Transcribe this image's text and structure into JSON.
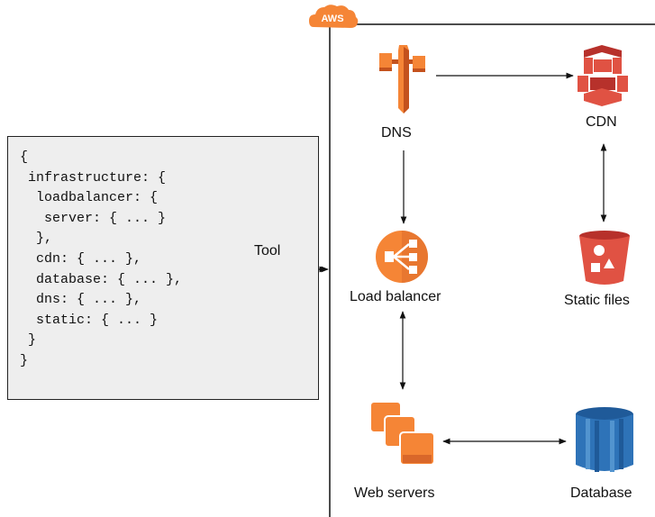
{
  "code": {
    "lines": [
      "{",
      " infrastructure: {",
      "  loadbalancer: {",
      "   server: { ... }",
      "  },",
      "  cdn: { ... },",
      "  database: { ... },",
      "  dns: { ... },",
      "  static: { ... }",
      " }",
      "}"
    ]
  },
  "arrow_label": "Tool",
  "aws_badge": "AWS",
  "nodes": {
    "dns": "DNS",
    "cdn": "CDN",
    "load_balancer": "Load balancer",
    "static_files": "Static files",
    "web_servers": "Web servers",
    "database": "Database"
  },
  "colors": {
    "aws_orange": "#f58536",
    "cdn_red": "#e05243",
    "db_blue": "#2e73b8",
    "code_bg": "#eeeeee"
  },
  "icons": {
    "dns": "route53-dns-icon",
    "cdn": "cloudfront-cdn-icon",
    "load_balancer": "elb-load-balancer-icon",
    "static_files": "s3-bucket-icon",
    "web_servers": "ec2-instances-icon",
    "database": "rds-database-icon"
  }
}
